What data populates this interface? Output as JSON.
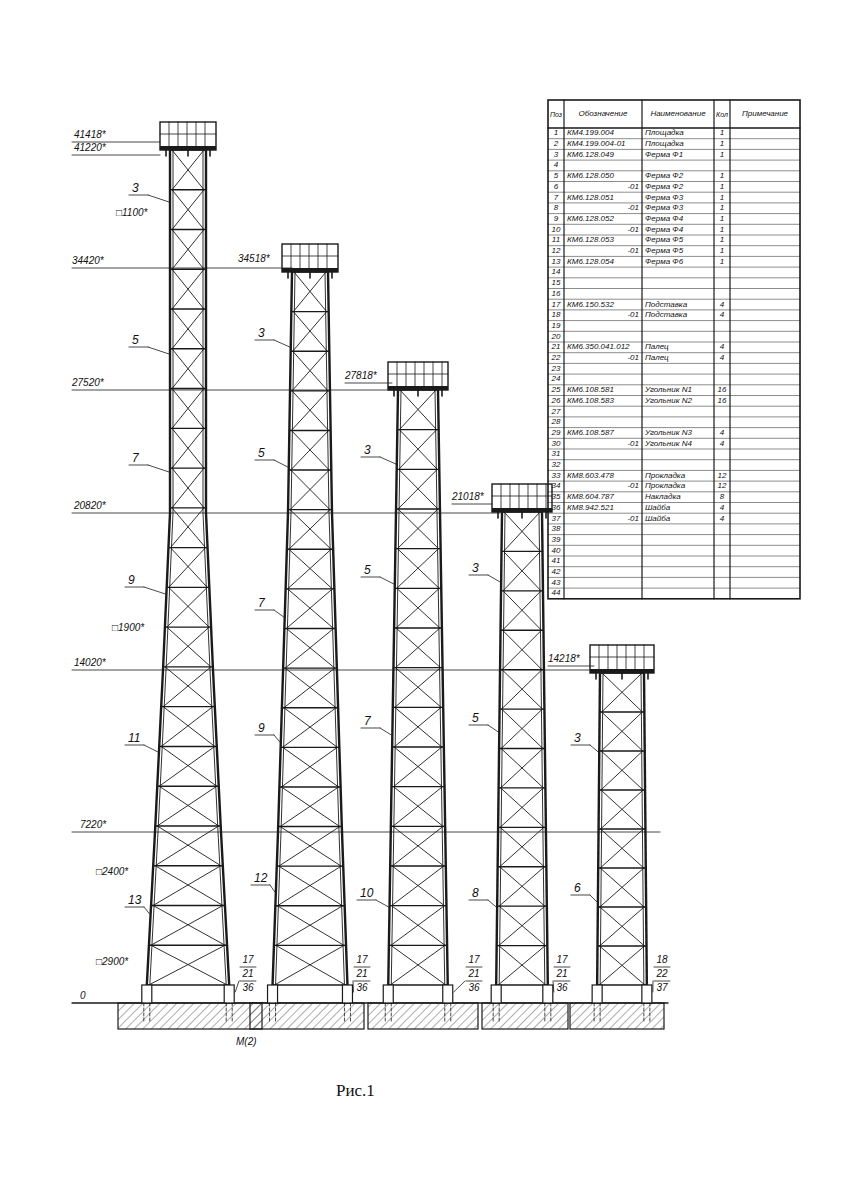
{
  "diagram": {
    "caption": "Рис.1",
    "labels": [
      "41418*",
      "41220*",
      "□1100*",
      "3",
      "34420*",
      "5",
      "27520*",
      "7",
      "20820*",
      "9",
      "□1900*",
      "14020*",
      "11",
      "7220*",
      "□2400*",
      "13",
      "□2900*",
      "0",
      "17",
      "21",
      "36",
      "M(2)",
      "34518*",
      "3",
      "5",
      "7",
      "9",
      "12",
      "17",
      "21",
      "36",
      "27818*",
      "3",
      "5",
      "7",
      "10",
      "17",
      "21",
      "36",
      "21018*",
      "3",
      "5",
      "8",
      "17",
      "21",
      "36",
      "14218*",
      "3",
      "6",
      "18",
      "22",
      "37",
      "Поз",
      "Обозначение",
      "Наименование",
      "Кол",
      "Примечание",
      "1",
      "КМ4.199.004",
      "Площадка",
      "1",
      "2",
      "КМ4.199.004-01",
      "Площадка",
      "1",
      "3",
      "КМ6.128.049",
      "Ферма Ф1",
      "1",
      "4",
      "5",
      "КМ6.128.050",
      "Ферма Ф2",
      "1",
      "6",
      "-01",
      "Ферма Ф2",
      "1",
      "7",
      "КМ6.128.051",
      "Ферма Ф3",
      "1",
      "8",
      "-01",
      "Ферма Ф3",
      "1",
      "9",
      "КМ6.128.052",
      "Ферма Ф4",
      "1",
      "10",
      "-01",
      "Ферма Ф4",
      "1",
      "11",
      "КМ6.128.053",
      "Ферма Ф5",
      "1",
      "12",
      "-01",
      "Ферма Ф5",
      "1",
      "13",
      "КМ6.128.054",
      "Ферма Ф6",
      "1",
      "14",
      "15",
      "16",
      "17",
      "КМ6.150.532",
      "Подставка",
      "4",
      "18",
      "-01",
      "Подставка",
      "4",
      "19",
      "20",
      "21",
      "КМ6.350.041.012",
      "Палец",
      "4",
      "22",
      "-01",
      "Палец",
      "4",
      "23",
      "24",
      "25",
      "КМ6.108.581",
      "Угольник N1",
      "16",
      "26",
      "КМ6.108.583",
      "Угольник N2",
      "16",
      "27",
      "28",
      "29",
      "КМ6.108.587",
      "Угольник N3",
      "4",
      "30",
      "-01",
      "Угольник N4",
      "4",
      "31",
      "32",
      "33",
      "КМ8.603.478",
      "Прокладка",
      "12",
      "34",
      "-01",
      "Прокладка",
      "12",
      "35",
      "КМ8.604.787",
      "Накладка",
      "8",
      "36",
      "КМ8.942.521",
      "Шайба",
      "4",
      "37",
      "-01",
      "Шайба",
      "4",
      "38",
      "39",
      "40",
      "41",
      "42",
      "43",
      "44"
    ]
  }
}
